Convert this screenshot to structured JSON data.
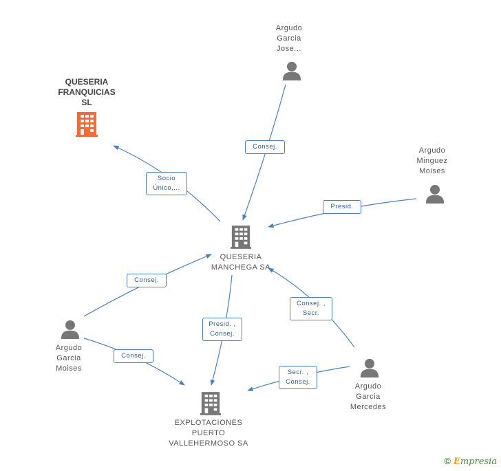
{
  "colors": {
    "edge": "#4a7fc1",
    "company": "#777777",
    "highlight_company": "#f26b3a",
    "person": "#777777"
  },
  "nodes": [
    {
      "id": "queseria-manchega",
      "type": "company",
      "label": "QUESERIA\nMANCHEGA SA"
    },
    {
      "id": "queseria-franquicias",
      "type": "company-highlight",
      "label": "QUESERIA\nFRANQUICIAS\nSL"
    },
    {
      "id": "explotaciones",
      "type": "company",
      "label": "EXPLOTACIONES\nPUERTO\nVALLEHERMOSO SA"
    },
    {
      "id": "argudo-jose",
      "type": "person",
      "label": "Argudo\nGarcia\nJose..."
    },
    {
      "id": "argudo-minguez",
      "type": "person",
      "label": "Argudo\nMinguez\nMoises"
    },
    {
      "id": "argudo-moises",
      "type": "person",
      "label": "Argudo\nGarcia\nMoises"
    },
    {
      "id": "argudo-mercedes",
      "type": "person",
      "label": "Argudo\nGarcia\nMercedes"
    }
  ],
  "edges": [
    {
      "id": "e1",
      "label": "Socio\nÚnico,..."
    },
    {
      "id": "e2",
      "label": "Consej."
    },
    {
      "id": "e3",
      "label": "Presid."
    },
    {
      "id": "e4",
      "label": "Consej."
    },
    {
      "id": "e5",
      "label": "Presid. ,\nConsej."
    },
    {
      "id": "e6",
      "label": "Consej. ,\nSecr."
    },
    {
      "id": "e7",
      "label": "Consej."
    },
    {
      "id": "e8",
      "label": "Secr. ,\nConsej."
    }
  ],
  "footer": {
    "copyright": "©",
    "brand_first": "E",
    "brand_rest": "mpresia"
  }
}
